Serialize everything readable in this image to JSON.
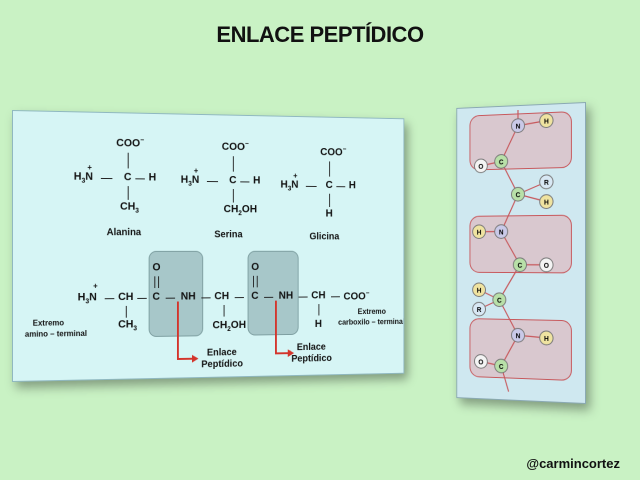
{
  "title": "ENLACE PEPTÍDICO",
  "credit": "@carmincortez",
  "labels": {
    "alanina": "Alanina",
    "serina": "Serina",
    "glicina": "Glicina",
    "extremo_amino_1": "Extremo",
    "extremo_amino_2": "amino – terminal",
    "extremo_carboxilo_1": "Extremo",
    "extremo_carboxilo_2": "carboxilo – terminal",
    "enlace_1a": "Enlace",
    "enlace_1b": "Peptídico",
    "enlace_2a": "Enlace",
    "enlace_2b": "Peptídico"
  },
  "atoms": {
    "coo": "COO",
    "minus": "−",
    "plus": "+",
    "h3n": "H",
    "h3n_sub": "3",
    "h3n_n": "N",
    "c": "C",
    "h": "H",
    "ch3": "CH",
    "ch3_sub": "3",
    "ch2oh_a": "CH",
    "ch2oh_sub": "2",
    "ch2oh_b": "OH",
    "o": "O",
    "nh": "NH",
    "ch": "CH"
  },
  "side_atoms": [
    "N",
    "H",
    "O",
    "C",
    "C",
    "R",
    "H",
    "H",
    "N",
    "C",
    "O",
    "H",
    "R",
    "C",
    "N",
    "H",
    "O",
    "C"
  ],
  "colors": {
    "background": "#c9f2c4",
    "panel": "#d6f5f5",
    "bond_box": "#a7c7c9",
    "arrow": "#d3342b"
  }
}
